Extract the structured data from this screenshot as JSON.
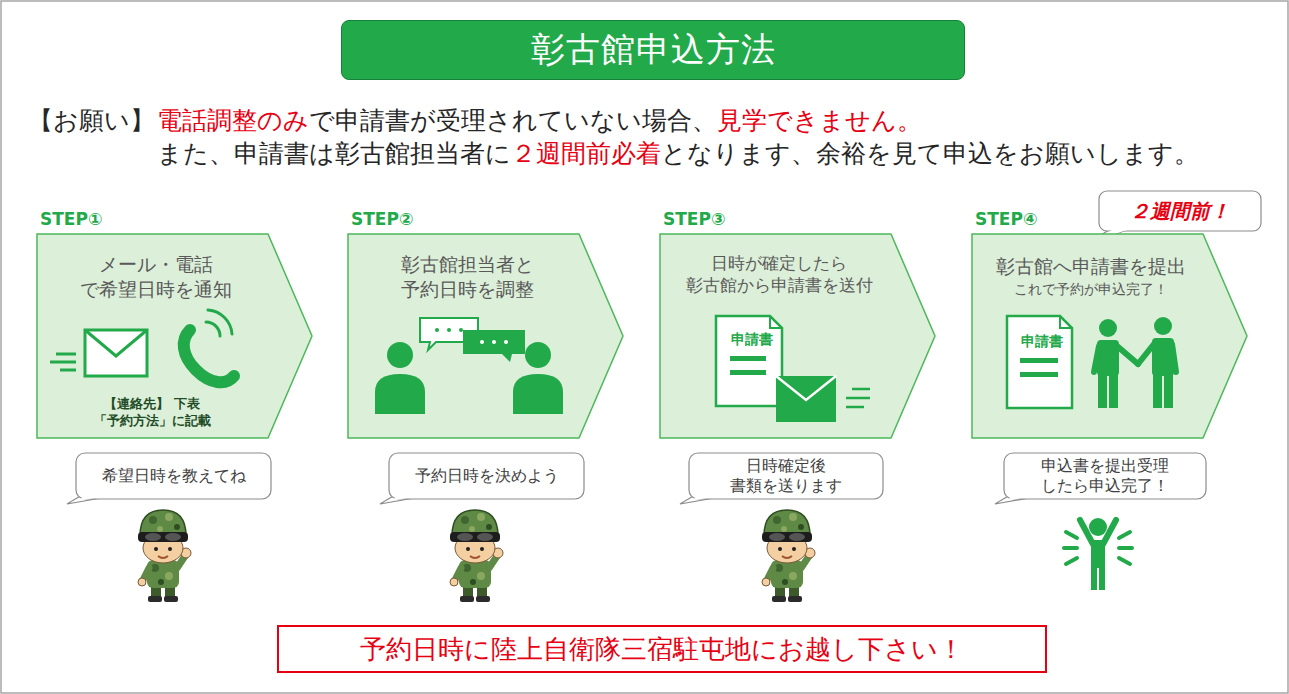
{
  "diagram": {
    "title": "彰古館申込方法",
    "nodes": [
      {
        "text": [
          "STEP①",
          "メール・電話 で希望日時を通知",
          "【連絡先】 下表「予約方法」に記載"
        ]
      },
      {
        "text": [
          "STEP②",
          "彰古館担当者と 予約日時を調整"
        ]
      },
      {
        "text": [
          "STEP③",
          "日時が確定したら 彰古館から申請書を送付"
        ]
      },
      {
        "text": [
          "２週間前！"
        ]
      },
      {
        "text": [
          "STEP④",
          "彰古館へ申請書を提出",
          "これで予約が申込完了！"
        ]
      },
      {
        "text": [
          "希望日時を教えてね"
        ]
      },
      {
        "text": [
          "予約日時を決めよう"
        ]
      },
      {
        "text": [
          "日時確定後 書類を送ります"
        ]
      },
      {
        "text": [
          "申込書を提出受理 したら申込完了！"
        ]
      },
      {
        "text": [
          "予約日時に陸上自衛隊三宿駐屯地にお越し下さい！"
        ]
      }
    ],
    "labels": [
      "【お願い】",
      "電話調整のみ",
      "で申請書が受理されていない場合、",
      "見学できません。",
      "また、申請書は彰古館担当者に",
      "２週間前必着",
      "となります、余裕を見て申込をお願いします。",
      "申請書",
      "申請書"
    ]
  }
}
